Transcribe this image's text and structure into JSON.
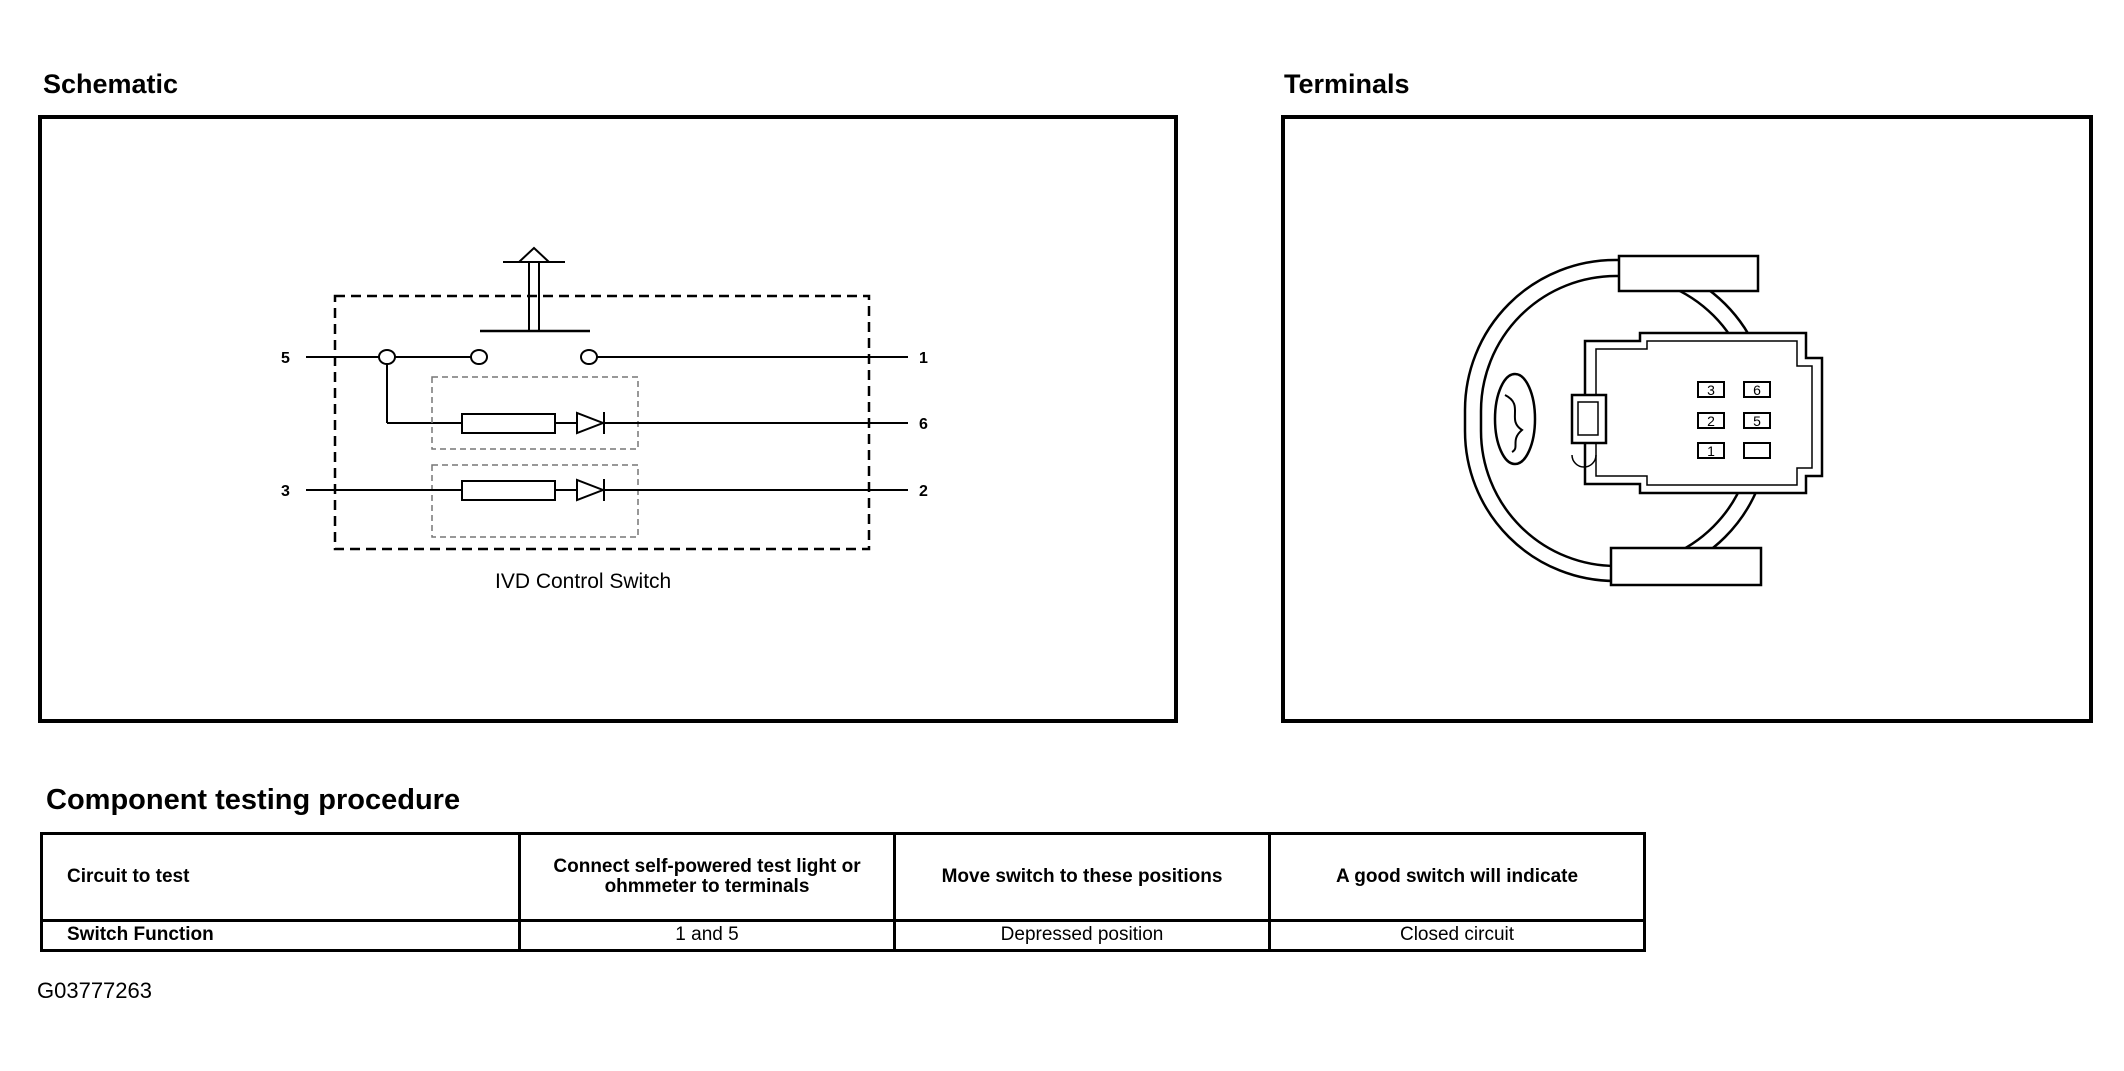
{
  "schematic": {
    "heading": "Schematic",
    "caption": "IVD Control Switch",
    "pins": {
      "left_top": "5",
      "left_bottom": "3",
      "right_top": "1",
      "right_mid": "6",
      "right_bottom": "2"
    }
  },
  "terminals": {
    "heading": "Terminals",
    "pins": [
      "3",
      "6",
      "2",
      "5",
      "1"
    ]
  },
  "procedure": {
    "heading": "Component testing procedure",
    "headers": [
      "Circuit to test",
      "Connect self-powered test light or ohmmeter to terminals",
      "Move switch to these positions",
      "A good switch will indicate"
    ],
    "rows": [
      [
        "Switch Function",
        "1 and 5",
        "Depressed position",
        "Closed circuit"
      ]
    ]
  },
  "figure_id": "G03777263"
}
